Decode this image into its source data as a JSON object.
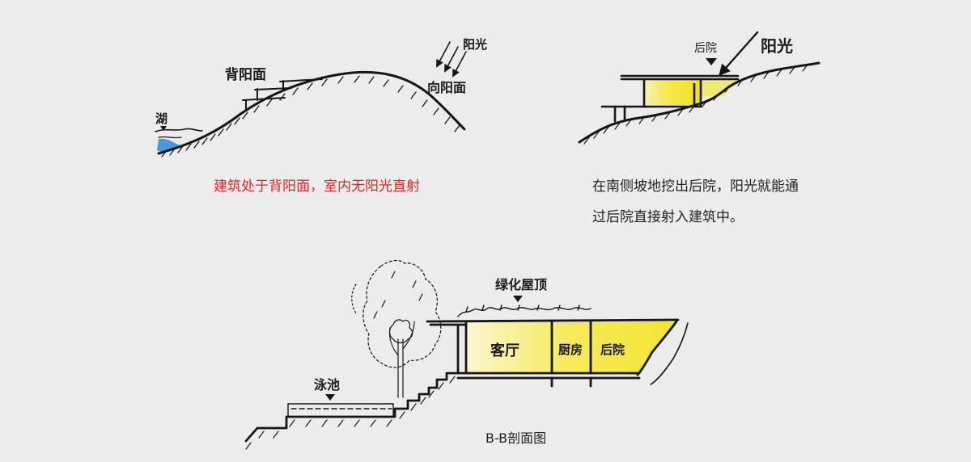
{
  "sketch_left": {
    "labels": {
      "north_slope": "背阳面",
      "sun": "阳光",
      "south_slope": "向阳面",
      "lake": "湖"
    },
    "caption": "建筑处于背阳面，室内无阳光直射"
  },
  "sketch_right": {
    "labels": {
      "backyard": "后院",
      "sun": "阳光"
    },
    "caption_line1": "在南侧坡地挖出后院，阳光就能通",
    "caption_line2": "过后院直接射入建筑中。"
  },
  "sketch_bottom": {
    "labels": {
      "green_roof": "绿化屋顶",
      "pool": "泳池",
      "living_room": "客厅",
      "kitchen": "厨房",
      "backyard": "后院"
    },
    "title": "B-B剖面图"
  },
  "colors": {
    "background": "#ececec",
    "sunlight_fill": "#f4e84a",
    "water": "#3a8fd8",
    "caption_red": "#d9262b"
  }
}
